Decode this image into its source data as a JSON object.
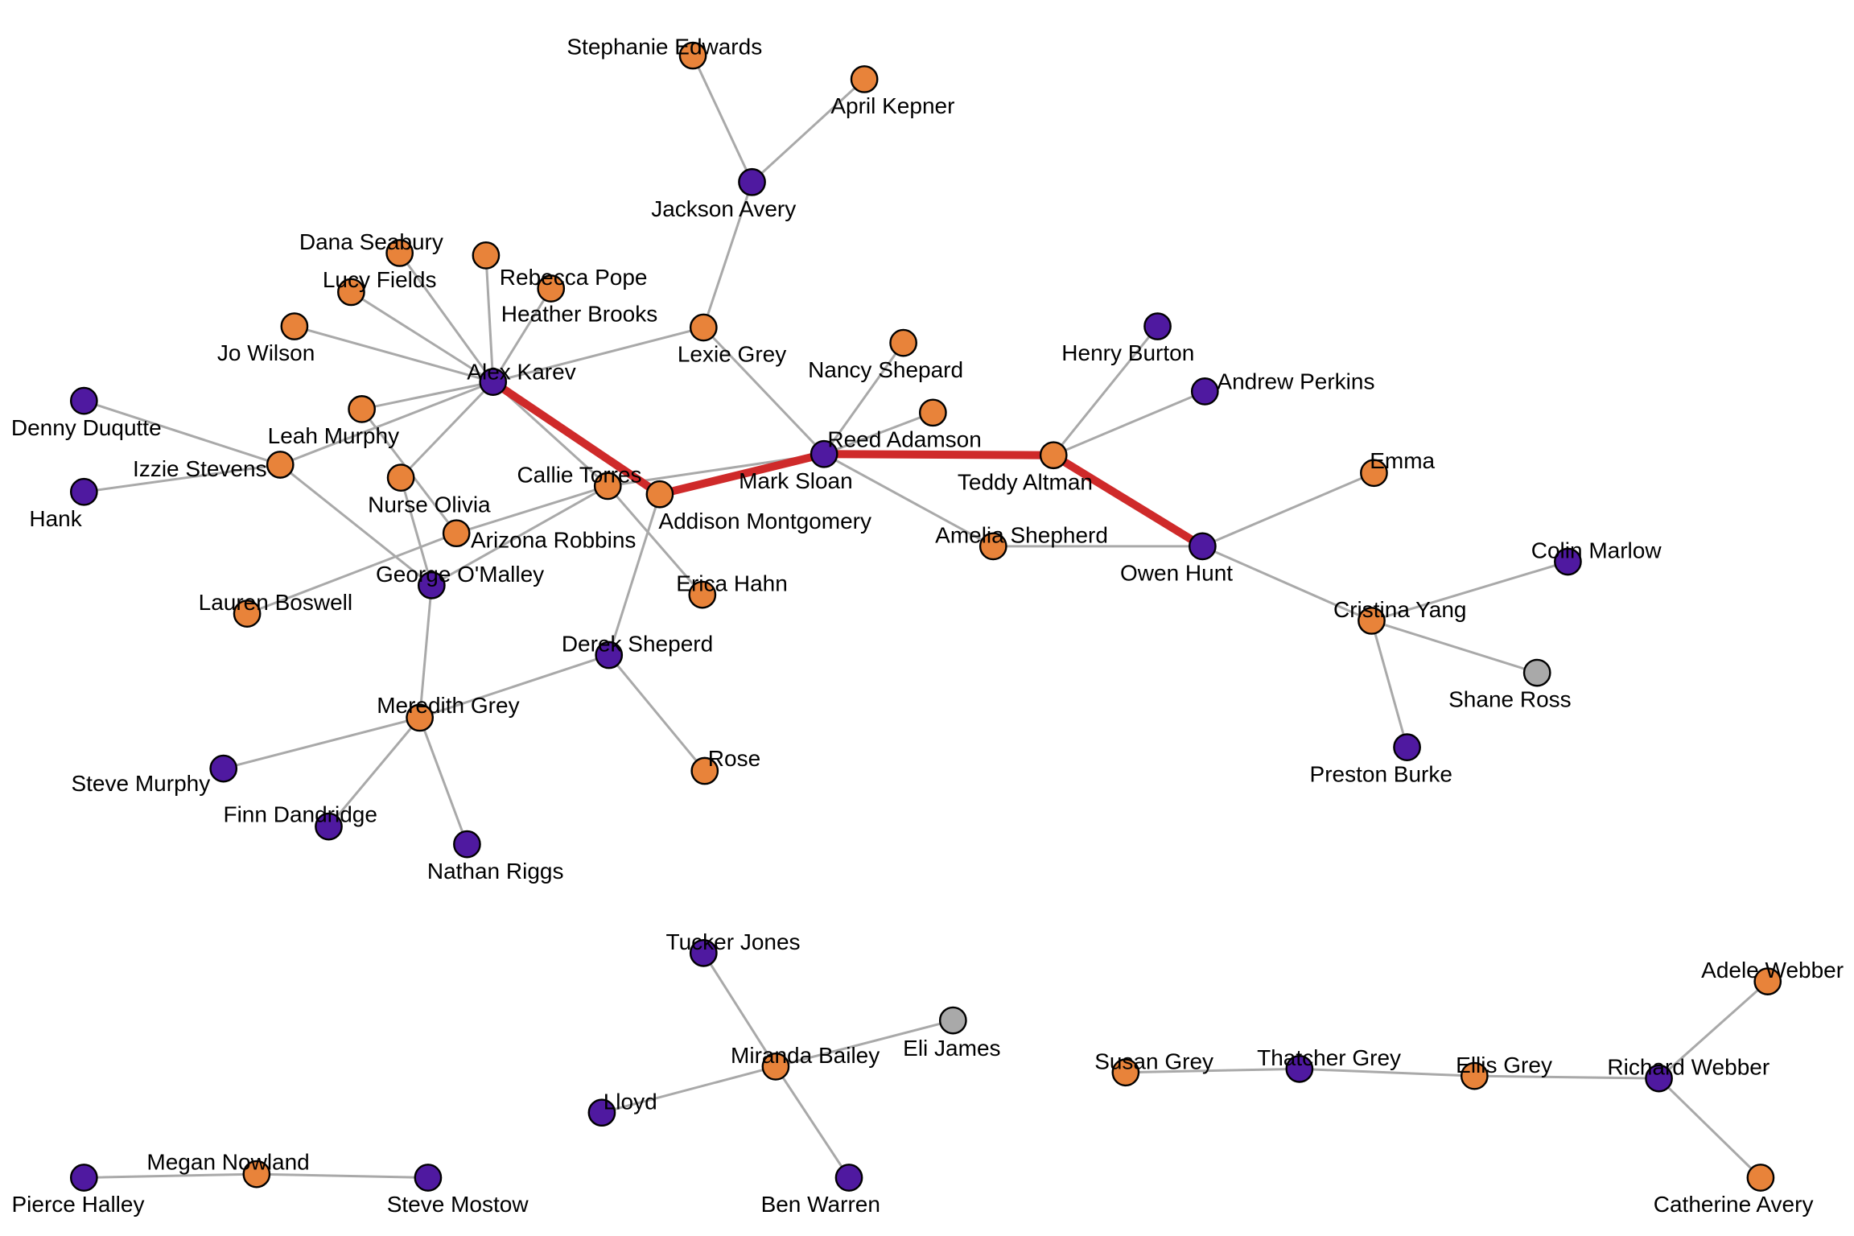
{
  "title": "Grey's Anatomy relationship network",
  "colors": {
    "orange": "#e8833a",
    "purple": "#4f19a0",
    "gray": "#a9a9a9",
    "edge": "#a9a9a9",
    "highlight_edge": "#cf2a2a"
  },
  "chart_data": {
    "type": "network",
    "nodes": [
      {
        "id": "Stephanie Edwards",
        "group": "orange"
      },
      {
        "id": "April Kepner",
        "group": "orange"
      },
      {
        "id": "Jackson Avery",
        "group": "purple"
      },
      {
        "id": "Dana Seabury",
        "group": "orange"
      },
      {
        "id": "Rebecca Pope",
        "group": "orange"
      },
      {
        "id": "Heather Brooks",
        "group": "orange"
      },
      {
        "id": "Lucy Fields",
        "group": "orange"
      },
      {
        "id": "Jo Wilson",
        "group": "orange"
      },
      {
        "id": "Lexie Grey",
        "group": "orange"
      },
      {
        "id": "Nancy Shepard",
        "group": "orange"
      },
      {
        "id": "Reed Adamson",
        "group": "orange"
      },
      {
        "id": "Henry Burton",
        "group": "purple"
      },
      {
        "id": "Andrew Perkins",
        "group": "purple"
      },
      {
        "id": "Alex Karev",
        "group": "purple"
      },
      {
        "id": "Denny Duqutte",
        "group": "purple"
      },
      {
        "id": "Leah Murphy",
        "group": "orange"
      },
      {
        "id": "Mark Sloan",
        "group": "purple"
      },
      {
        "id": "Teddy Altman",
        "group": "orange"
      },
      {
        "id": "Izzie Stevens",
        "group": "orange"
      },
      {
        "id": "Emma",
        "group": "orange"
      },
      {
        "id": "Nurse Olivia",
        "group": "orange"
      },
      {
        "id": "Callie Torres",
        "group": "orange"
      },
      {
        "id": "Addison Montgomery",
        "group": "orange"
      },
      {
        "id": "Hank",
        "group": "purple"
      },
      {
        "id": "Arizona Robbins",
        "group": "orange"
      },
      {
        "id": "Amelia Shepherd",
        "group": "orange"
      },
      {
        "id": "Owen Hunt",
        "group": "purple"
      },
      {
        "id": "Colin Marlow",
        "group": "purple"
      },
      {
        "id": "George O'Malley",
        "group": "purple"
      },
      {
        "id": "Erica Hahn",
        "group": "orange"
      },
      {
        "id": "Lauren Boswell",
        "group": "orange"
      },
      {
        "id": "Cristina Yang",
        "group": "orange"
      },
      {
        "id": "Derek Sheperd",
        "group": "purple"
      },
      {
        "id": "Shane Ross",
        "group": "gray"
      },
      {
        "id": "Meredith Grey",
        "group": "orange"
      },
      {
        "id": "Preston Burke",
        "group": "purple"
      },
      {
        "id": "Steve Murphy",
        "group": "purple"
      },
      {
        "id": "Rose",
        "group": "orange"
      },
      {
        "id": "Finn Dandridge",
        "group": "purple"
      },
      {
        "id": "Nathan Riggs",
        "group": "purple"
      },
      {
        "id": "Tucker Jones",
        "group": "purple"
      },
      {
        "id": "Eli James",
        "group": "gray"
      },
      {
        "id": "Miranda Bailey",
        "group": "orange"
      },
      {
        "id": "Lloyd",
        "group": "purple"
      },
      {
        "id": "Ben Warren",
        "group": "purple"
      },
      {
        "id": "Susan Grey",
        "group": "orange"
      },
      {
        "id": "Thatcher Grey",
        "group": "purple"
      },
      {
        "id": "Ellis Grey",
        "group": "orange"
      },
      {
        "id": "Richard Webber",
        "group": "purple"
      },
      {
        "id": "Adele Webber",
        "group": "orange"
      },
      {
        "id": "Catherine Avery",
        "group": "orange"
      },
      {
        "id": "Pierce Halley",
        "group": "purple"
      },
      {
        "id": "Megan Nowland",
        "group": "orange"
      },
      {
        "id": "Steve Mostow",
        "group": "purple"
      }
    ],
    "edges": [
      {
        "source": "Stephanie Edwards",
        "target": "Jackson Avery"
      },
      {
        "source": "April Kepner",
        "target": "Jackson Avery"
      },
      {
        "source": "Jackson Avery",
        "target": "Lexie Grey"
      },
      {
        "source": "Lexie Grey",
        "target": "Alex Karev"
      },
      {
        "source": "Lexie Grey",
        "target": "Mark Sloan"
      },
      {
        "source": "Alex Karev",
        "target": "Dana Seabury"
      },
      {
        "source": "Alex Karev",
        "target": "Rebecca Pope"
      },
      {
        "source": "Alex Karev",
        "target": "Heather Brooks"
      },
      {
        "source": "Alex Karev",
        "target": "Lucy Fields"
      },
      {
        "source": "Alex Karev",
        "target": "Jo Wilson"
      },
      {
        "source": "Alex Karev",
        "target": "Leah Murphy"
      },
      {
        "source": "Alex Karev",
        "target": "Izzie Stevens"
      },
      {
        "source": "Alex Karev",
        "target": "Nurse Olivia"
      },
      {
        "source": "Alex Karev",
        "target": "Callie Torres"
      },
      {
        "source": "Alex Karev",
        "target": "Addison Montgomery",
        "highlight": true
      },
      {
        "source": "Leah Murphy",
        "target": "Arizona Robbins"
      },
      {
        "source": "Izzie Stevens",
        "target": "Denny Duqutte"
      },
      {
        "source": "Izzie Stevens",
        "target": "Hank"
      },
      {
        "source": "Izzie Stevens",
        "target": "George O'Malley"
      },
      {
        "source": "Nurse Olivia",
        "target": "George O'Malley"
      },
      {
        "source": "Callie Torres",
        "target": "Arizona Robbins"
      },
      {
        "source": "Callie Torres",
        "target": "George O'Malley"
      },
      {
        "source": "Callie Torres",
        "target": "Erica Hahn"
      },
      {
        "source": "Callie Torres",
        "target": "Mark Sloan"
      },
      {
        "source": "Arizona Robbins",
        "target": "Lauren Boswell"
      },
      {
        "source": "George O'Malley",
        "target": "Meredith Grey"
      },
      {
        "source": "Addison Montgomery",
        "target": "Mark Sloan",
        "highlight": true
      },
      {
        "source": "Addison Montgomery",
        "target": "Derek Sheperd"
      },
      {
        "source": "Mark Sloan",
        "target": "Nancy Shepard"
      },
      {
        "source": "Mark Sloan",
        "target": "Reed Adamson"
      },
      {
        "source": "Mark Sloan",
        "target": "Amelia Shepherd"
      },
      {
        "source": "Mark Sloan",
        "target": "Teddy Altman",
        "highlight": true
      },
      {
        "source": "Teddy Altman",
        "target": "Henry Burton"
      },
      {
        "source": "Teddy Altman",
        "target": "Andrew Perkins"
      },
      {
        "source": "Teddy Altman",
        "target": "Owen Hunt",
        "highlight": true
      },
      {
        "source": "Amelia Shepherd",
        "target": "Owen Hunt"
      },
      {
        "source": "Owen Hunt",
        "target": "Emma"
      },
      {
        "source": "Owen Hunt",
        "target": "Cristina Yang"
      },
      {
        "source": "Cristina Yang",
        "target": "Colin Marlow"
      },
      {
        "source": "Cristina Yang",
        "target": "Shane Ross"
      },
      {
        "source": "Cristina Yang",
        "target": "Preston Burke"
      },
      {
        "source": "Derek Sheperd",
        "target": "Meredith Grey"
      },
      {
        "source": "Derek Sheperd",
        "target": "Rose"
      },
      {
        "source": "Meredith Grey",
        "target": "Steve Murphy"
      },
      {
        "source": "Meredith Grey",
        "target": "Finn Dandridge"
      },
      {
        "source": "Meredith Grey",
        "target": "Nathan Riggs"
      },
      {
        "source": "Miranda Bailey",
        "target": "Tucker Jones"
      },
      {
        "source": "Miranda Bailey",
        "target": "Eli James"
      },
      {
        "source": "Miranda Bailey",
        "target": "Lloyd"
      },
      {
        "source": "Miranda Bailey",
        "target": "Ben Warren"
      },
      {
        "source": "Susan Grey",
        "target": "Thatcher Grey"
      },
      {
        "source": "Thatcher Grey",
        "target": "Ellis Grey"
      },
      {
        "source": "Ellis Grey",
        "target": "Richard Webber"
      },
      {
        "source": "Richard Webber",
        "target": "Adele Webber"
      },
      {
        "source": "Richard Webber",
        "target": "Catherine Avery"
      },
      {
        "source": "Pierce Halley",
        "target": "Megan Nowland"
      },
      {
        "source": "Megan Nowland",
        "target": "Steve Mostow"
      }
    ],
    "highlighted_path": [
      "Alex Karev",
      "Addison Montgomery",
      "Mark Sloan",
      "Teddy Altman",
      "Owen Hunt"
    ]
  }
}
